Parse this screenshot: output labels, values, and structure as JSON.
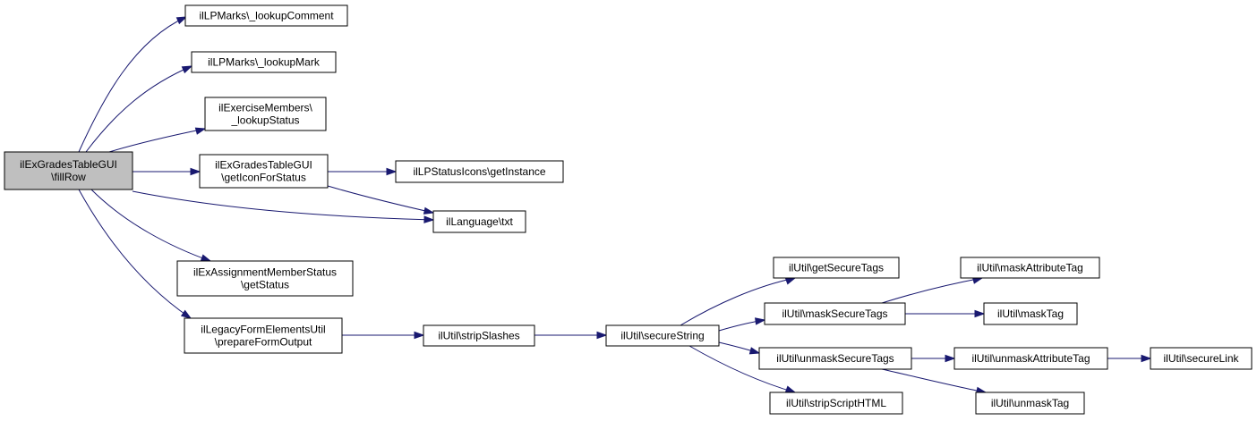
{
  "diagram": {
    "nodes": [
      {
        "id": "fillrow",
        "lines": [
          "ilExGradesTableGUI",
          "\\fillRow"
        ],
        "root": true
      },
      {
        "id": "lookupcomment",
        "lines": [
          "ilLPMarks\\_lookupComment"
        ]
      },
      {
        "id": "lookupmark",
        "lines": [
          "ilLPMarks\\_lookupMark"
        ]
      },
      {
        "id": "lookupstatus",
        "lines": [
          "ilExerciseMembers\\",
          "_lookupStatus"
        ]
      },
      {
        "id": "geticonforstatus",
        "lines": [
          "ilExGradesTableGUI",
          "\\getIconForStatus"
        ]
      },
      {
        "id": "getinstance",
        "lines": [
          "ilLPStatusIcons\\getInstance"
        ]
      },
      {
        "id": "txt",
        "lines": [
          "ilLanguage\\txt"
        ]
      },
      {
        "id": "getstatus",
        "lines": [
          "ilExAssignmentMemberStatus",
          "\\getStatus"
        ]
      },
      {
        "id": "prepareformoutput",
        "lines": [
          "ilLegacyFormElementsUtil",
          "\\prepareFormOutput"
        ]
      },
      {
        "id": "stripslashes",
        "lines": [
          "ilUtil\\stripSlashes"
        ]
      },
      {
        "id": "securestring",
        "lines": [
          "ilUtil\\secureString"
        ]
      },
      {
        "id": "getsecuretags",
        "lines": [
          "ilUtil\\getSecureTags"
        ]
      },
      {
        "id": "masksecuretags",
        "lines": [
          "ilUtil\\maskSecureTags"
        ]
      },
      {
        "id": "unmasksecuretags",
        "lines": [
          "ilUtil\\unmaskSecureTags"
        ]
      },
      {
        "id": "stripscripthtml",
        "lines": [
          "ilUtil\\stripScriptHTML"
        ]
      },
      {
        "id": "maskattributetag",
        "lines": [
          "ilUtil\\maskAttributeTag"
        ]
      },
      {
        "id": "masktag",
        "lines": [
          "ilUtil\\maskTag"
        ]
      },
      {
        "id": "unmaskattributetag",
        "lines": [
          "ilUtil\\unmaskAttributeTag"
        ]
      },
      {
        "id": "unmasktag",
        "lines": [
          "ilUtil\\unmaskTag"
        ]
      },
      {
        "id": "securelink",
        "lines": [
          "ilUtil\\secureLink"
        ]
      }
    ],
    "edges": [
      {
        "from": "fillrow",
        "to": "lookupcomment"
      },
      {
        "from": "fillrow",
        "to": "lookupmark"
      },
      {
        "from": "fillrow",
        "to": "lookupstatus"
      },
      {
        "from": "fillrow",
        "to": "geticonforstatus"
      },
      {
        "from": "fillrow",
        "to": "txt"
      },
      {
        "from": "fillrow",
        "to": "getstatus"
      },
      {
        "from": "fillrow",
        "to": "prepareformoutput"
      },
      {
        "from": "geticonforstatus",
        "to": "getinstance"
      },
      {
        "from": "geticonforstatus",
        "to": "txt"
      },
      {
        "from": "prepareformoutput",
        "to": "stripslashes"
      },
      {
        "from": "stripslashes",
        "to": "securestring"
      },
      {
        "from": "securestring",
        "to": "getsecuretags"
      },
      {
        "from": "securestring",
        "to": "masksecuretags"
      },
      {
        "from": "securestring",
        "to": "unmasksecuretags"
      },
      {
        "from": "securestring",
        "to": "stripscripthtml"
      },
      {
        "from": "masksecuretags",
        "to": "maskattributetag"
      },
      {
        "from": "masksecuretags",
        "to": "masktag"
      },
      {
        "from": "unmasksecuretags",
        "to": "unmaskattributetag"
      },
      {
        "from": "unmasksecuretags",
        "to": "unmasktag"
      },
      {
        "from": "unmaskattributetag",
        "to": "securelink"
      }
    ],
    "colors": {
      "edge": "#191970",
      "node_border": "#000000",
      "node_fill": "#ffffff",
      "root_fill": "#bfbfbf"
    }
  }
}
